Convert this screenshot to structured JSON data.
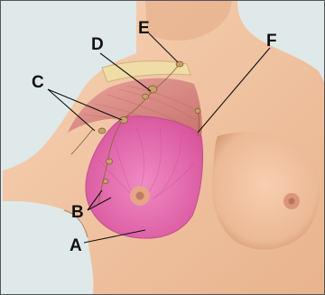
{
  "labels": {
    "A": "A",
    "B": "B",
    "C": "C",
    "D": "D",
    "E": "E",
    "F": "F"
  },
  "colors": {
    "background": "#dfe9ea",
    "skin": "#f2c6a4",
    "skin_shadow": "#d99c78",
    "breast_tissue": "#e86fb4",
    "muscle": "#d98a84",
    "clavicle": "#f0dca6",
    "lymph_node": "#c9a06a",
    "label_text": "#111111"
  }
}
